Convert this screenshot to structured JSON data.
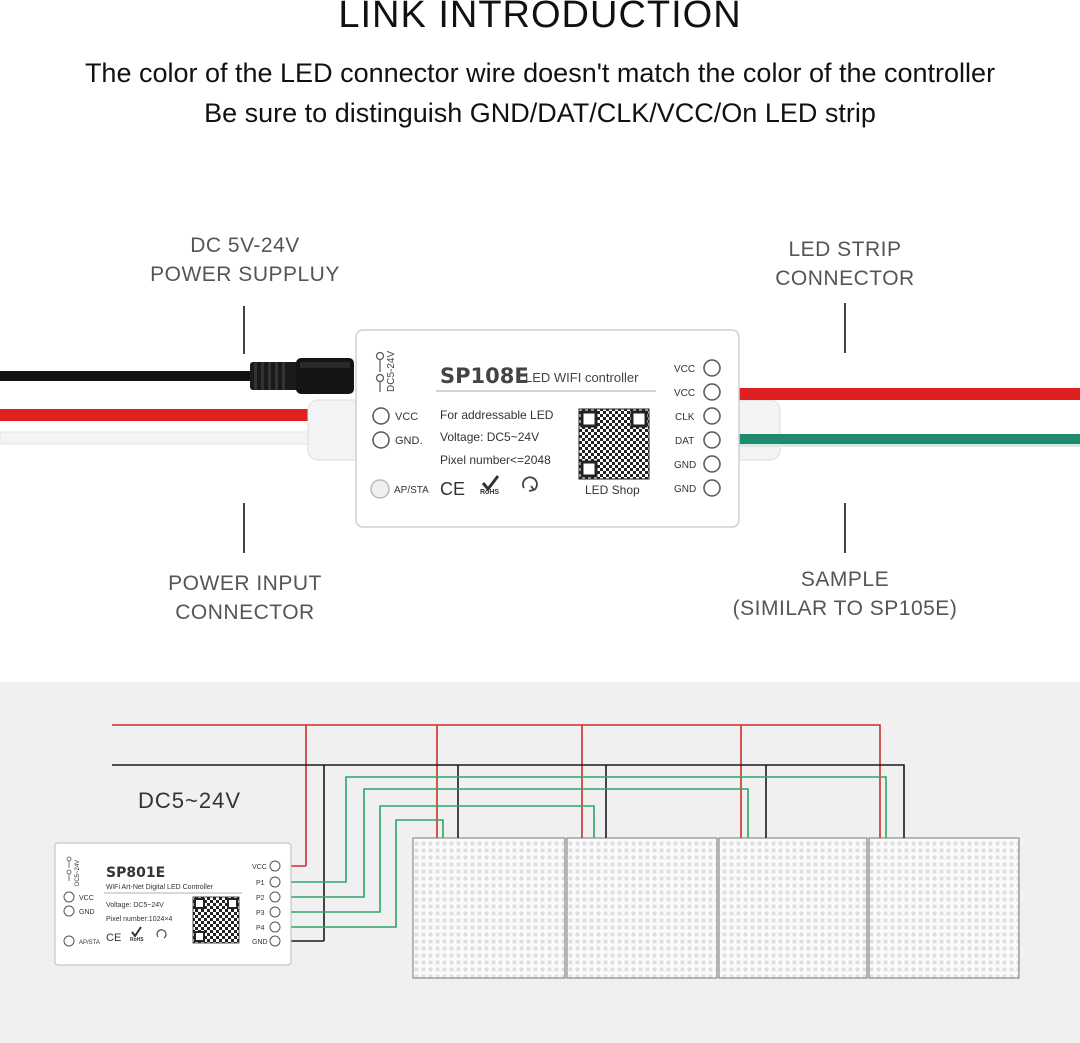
{
  "header": {
    "title": "LINK INTRODUCTION",
    "subtitle_line1": "The color of the LED connector wire doesn't match the color of the controller",
    "subtitle_line2": "Be sure to distinguish GND/DAT/CLK/VCC/On LED strip"
  },
  "callouts": {
    "power_supply": [
      "DC 5V-24V",
      "POWER SUPPLUY"
    ],
    "led_strip_connector": [
      "LED STRIP",
      "CONNECTOR"
    ],
    "power_input_connector": [
      "POWER INPUT",
      "CONNECTOR"
    ],
    "sample": [
      "SAMPLE",
      "(SIMILAR TO SP105E)"
    ]
  },
  "controller_top": {
    "model": "SP108E",
    "name": "LED WIFI controller",
    "dc_label": "DC5-24V",
    "left_pins": [
      "VCC",
      "GND."
    ],
    "button_label": "AP/STA",
    "info": [
      "For addressable LED",
      "Voltage: DC5~24V",
      "Pixel number<=2048"
    ],
    "cert": [
      "CE",
      "RoHS"
    ],
    "qr_caption": "LED Shop",
    "right_pins": [
      "VCC",
      "VCC",
      "CLK",
      "DAT",
      "GND",
      "GND"
    ]
  },
  "wiring": {
    "voltage_label": "DC5~24V",
    "controller_model": "SP801E",
    "controller_name": "WiFi Art-Net Digital LED Controller",
    "dc_label": "DC5~24V",
    "left_pins": [
      "VCC",
      "GND"
    ],
    "button_label": "AP/STA",
    "info": [
      "Voltage: DC5~24V",
      "Pixel number:1024×4"
    ],
    "cert": [
      "CE",
      "RoHS"
    ],
    "right_pins": [
      "VCC",
      "P1",
      "P2",
      "P3",
      "P4",
      "GND"
    ],
    "panel_count": 4
  },
  "colors": {
    "red_wire": "#e02020",
    "green_wire": "#1e8a6e",
    "black_wire": "#111111",
    "diagram_red": "#c9302c",
    "diagram_green": "#2ea66a",
    "diagram_black": "#1a1a1a"
  }
}
